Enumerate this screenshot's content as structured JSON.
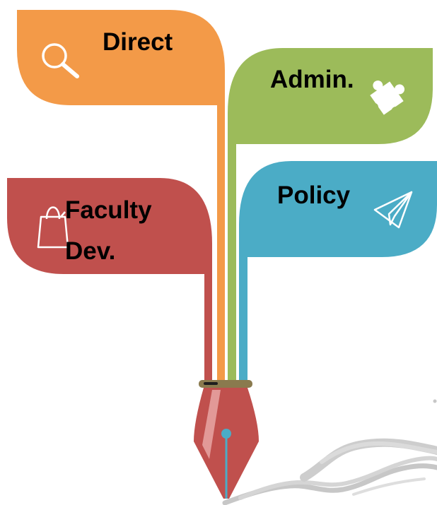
{
  "colors": {
    "orange": "#F39A48",
    "green": "#9CBB5A",
    "red": "#C0504D",
    "blue": "#4BACC6",
    "nib_body": "#C0504D",
    "nib_highlight": "#E8A6A4",
    "collar": "#8A7A4E",
    "ink_dot": "#4BACC6",
    "stroke_gray": "#B5B5B5",
    "icon_white": "#FFFFFF"
  },
  "leaves": [
    {
      "id": "direct",
      "label_lines": [
        "Direct"
      ],
      "color": "orange",
      "icon": "search-icon"
    },
    {
      "id": "admin",
      "label_lines": [
        "Admin."
      ],
      "color": "green",
      "icon": "puzzle-icon"
    },
    {
      "id": "policy",
      "label_lines": [
        "Policy"
      ],
      "color": "blue",
      "icon": "paper-plane-icon"
    },
    {
      "id": "faculty",
      "label_lines": [
        "Faculty",
        "Dev."
      ],
      "color": "red",
      "icon": "shopping-bag-icon"
    }
  ]
}
